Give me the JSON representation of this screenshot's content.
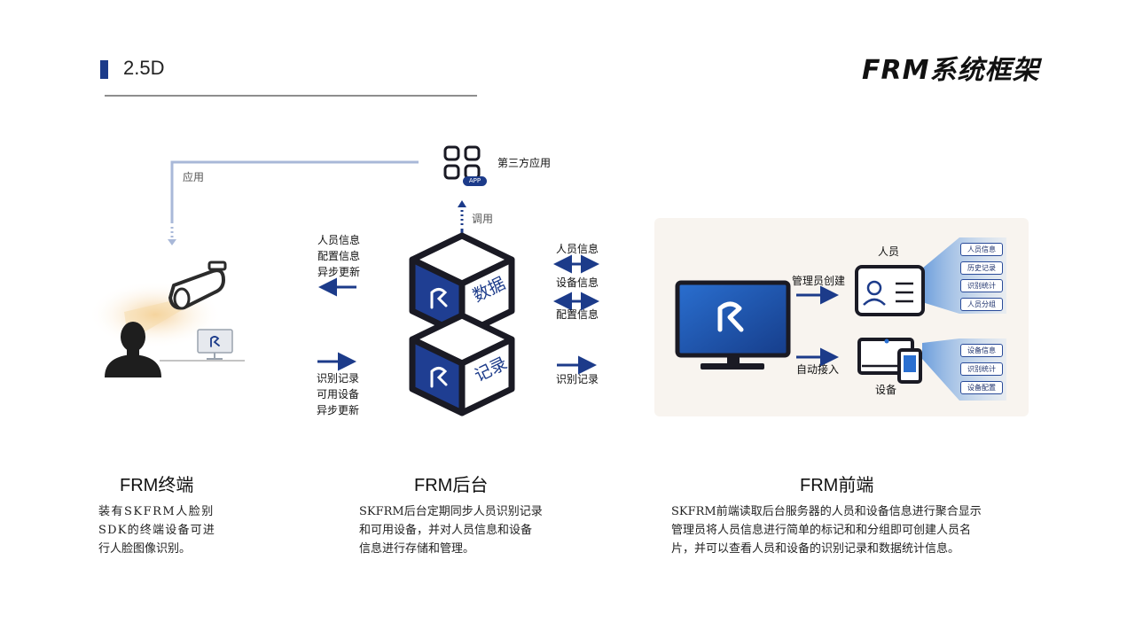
{
  "header": {
    "section_label": "2.5D",
    "page_title": "FRM系统框架"
  },
  "diagram": {
    "third_party": {
      "label": "第三方应用",
      "badge": "APP"
    },
    "apply_label": "应用",
    "invoke_label": "调用",
    "left_in_lines": [
      "人员信息",
      "配置信息",
      "异步更新"
    ],
    "left_out_lines": [
      "识别记录",
      "可用设备",
      "异步更新"
    ],
    "cube_top_label": "数据",
    "cube_bottom_label": "记录",
    "right_labels": [
      "人员信息",
      "设备信息",
      "配置信息"
    ],
    "right_bottom_label": "识别记录",
    "front": {
      "admin_create": "管理员创建",
      "auto_access": "自动接入",
      "person_label": "人员",
      "device_label": "设备",
      "person_tags": [
        "人员信息",
        "历史记录",
        "识别统计",
        "人员分组"
      ],
      "device_tags": [
        "设备信息",
        "识别统计",
        "设备配置"
      ]
    }
  },
  "columns": [
    {
      "title": "FRM终端",
      "lines": [
        "装有SKFRM人脸别",
        "SDK的终端设备可进",
        "行人脸图像识别。"
      ]
    },
    {
      "title": "FRM后台",
      "lines": [
        "SKFRM后台定期同步人员识别记录",
        "和可用设备，并对人员信息和设备",
        "信息进行存储和管理。"
      ]
    },
    {
      "title": "FRM前端",
      "lines": [
        "SKFRM前端读取后台服务器的人员和设备信息进行聚合显示",
        "管理员将人员信息进行简单的标记和和分组即可创建人员名",
        "片，并可以查看人员和设备的识别记录和数据统计信息。"
      ]
    }
  ],
  "colors": {
    "brand_blue": "#1c3b8a",
    "connector": "#a9b8d8",
    "cube_outline": "#1a1a24",
    "front_panel": "#f8f4ef"
  }
}
